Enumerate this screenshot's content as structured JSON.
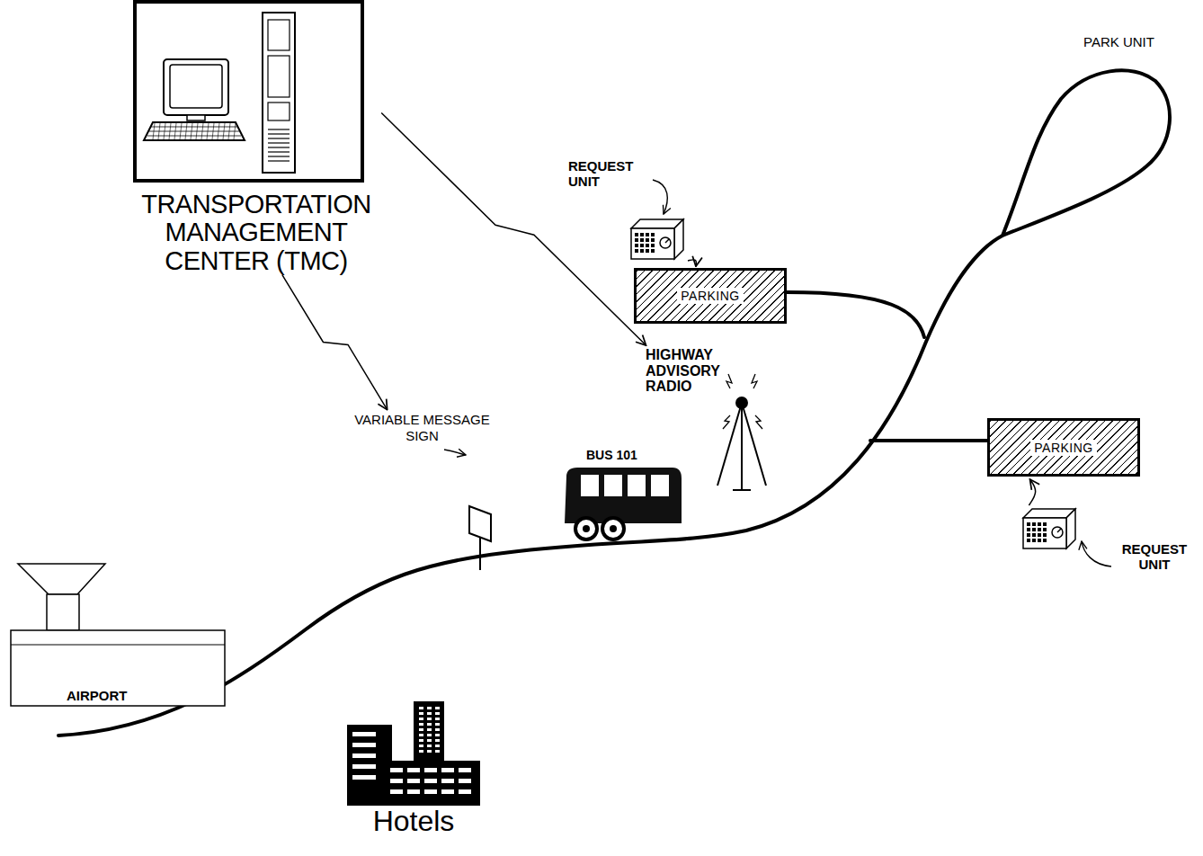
{
  "diagram": {
    "nodes": [
      {
        "text": [
          "TRANSPORTATION MANAGEMENT CENTER (TMC)"
        ]
      },
      {
        "text": [
          "REQUEST UNIT"
        ]
      },
      {
        "text": [
          "PARKING"
        ]
      },
      {
        "text": [
          "HIGHWAY ADVISORY RADIO"
        ]
      },
      {
        "text": [
          "VARIABLE MESSAGE SIGN"
        ]
      },
      {
        "text": [
          "BUS 101"
        ]
      },
      {
        "text": [
          "PARKING"
        ]
      },
      {
        "text": [
          "REQUEST UNIT"
        ]
      },
      {
        "text": [
          "AIRPORT"
        ]
      },
      {
        "text": [
          "Hotels"
        ]
      }
    ],
    "edges": [
      {
        "from": 0,
        "to": 3,
        "arrow": "to"
      },
      {
        "from": 0,
        "to": 4,
        "arrow": "to"
      },
      {
        "from": 1,
        "to": 2,
        "arrow": "to"
      },
      {
        "from": 7,
        "to": 6,
        "arrow": "to"
      }
    ],
    "labels": [
      "PARK UNIT"
    ]
  }
}
